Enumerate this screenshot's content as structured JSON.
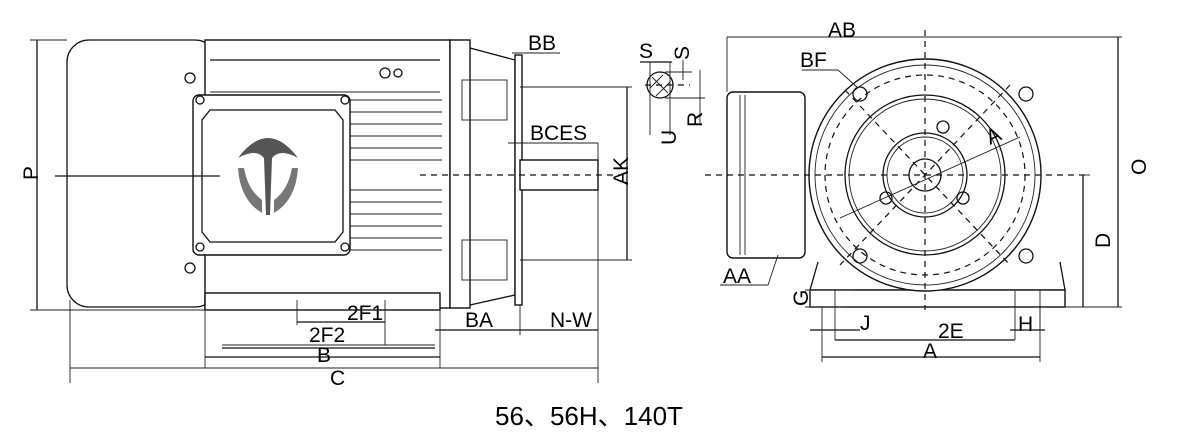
{
  "side_view_labels": {
    "P": "P",
    "BB": "BB",
    "BCES": "BCES",
    "AK": "AK",
    "2F1": "2F1",
    "2F2": "2F2",
    "B": "B",
    "C": "C",
    "BA": "BA",
    "N-W": "N-W"
  },
  "shaft_detail_labels": {
    "S1": "S",
    "S2": "S",
    "U": "U",
    "R": "R"
  },
  "front_view_labels": {
    "AB": "AB",
    "BF": "BF",
    "AJ": "A",
    "O": "O",
    "D": "D",
    "AA": "AA",
    "G": "G",
    "J": "J",
    "2E": "2E",
    "H": "H",
    "A": "A"
  },
  "caption": "56、56H、140T"
}
